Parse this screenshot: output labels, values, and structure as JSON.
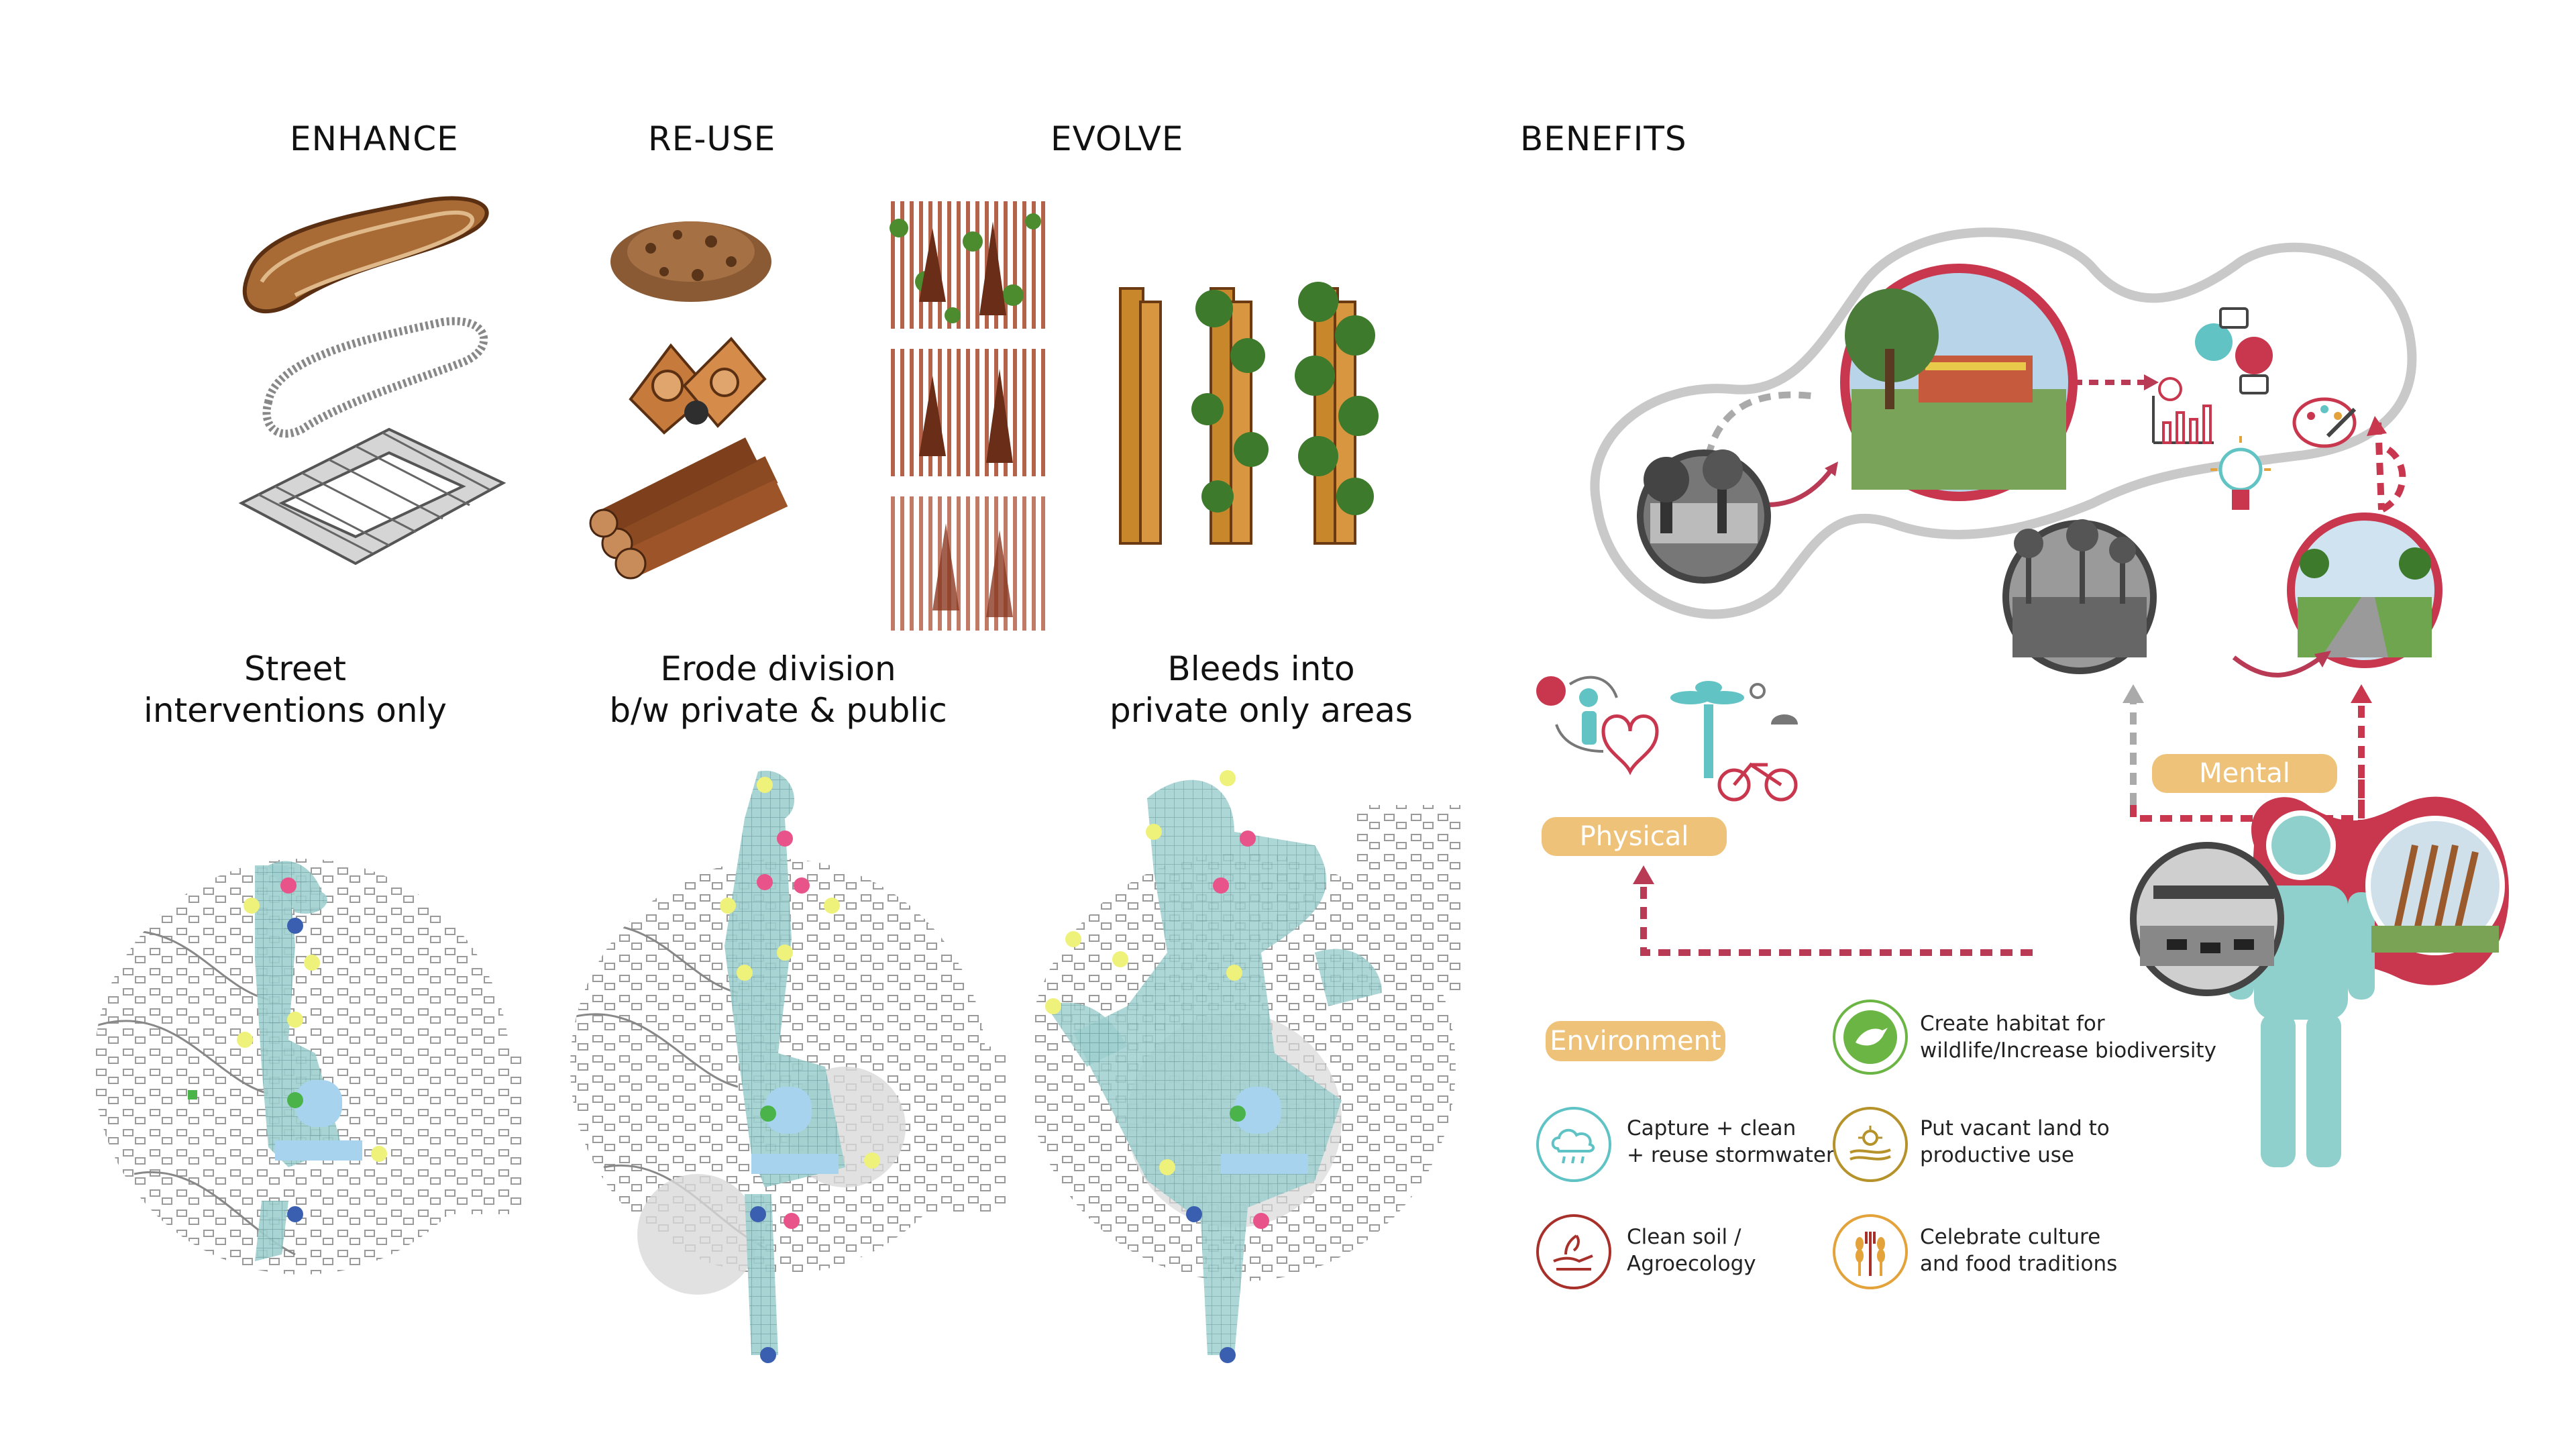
{
  "headers": {
    "enhance": "ENHANCE",
    "reuse": "RE-USE",
    "evolve": "EVOLVE",
    "benefits": "BENEFITS"
  },
  "subtitles": {
    "street": [
      "Street",
      "interventions only"
    ],
    "erode": [
      "Erode division",
      "b/w private & public"
    ],
    "bleeds": [
      "Bleeds into",
      "private only areas"
    ]
  },
  "pills": {
    "physical": "Physical",
    "mental": "Mental",
    "environment": "Environment"
  },
  "benefits_list": [
    {
      "icon": "cloud-rain-icon",
      "lines": [
        "Capture + clean",
        "+ reuse stormwater"
      ],
      "color": "#5fc3c6"
    },
    {
      "icon": "soil-hand-icon",
      "lines": [
        "Clean soil /",
        "Agroecology"
      ],
      "color": "#a8302a"
    },
    {
      "icon": "habitat-bird-icon",
      "lines": [
        "Create habitat for",
        "wildlife/Increase biodiversity"
      ],
      "color": "#6bb544"
    },
    {
      "icon": "sun-land-icon",
      "lines": [
        "Put vacant land to",
        "productive use"
      ],
      "color": "#b5922a"
    },
    {
      "icon": "wheat-fork-icon",
      "lines": [
        "Celebrate culture",
        "and food traditions"
      ],
      "color": "#e4a23a"
    }
  ],
  "colors": {
    "accent_red": "#c8374d",
    "pill_gold": "#eec278",
    "person_teal": "#8fd0cc",
    "map_teal": "#9fcfcf",
    "dot_yellow": "#eef27a",
    "dot_pink": "#e8538a",
    "dot_blue": "#3a5fb0",
    "dot_green": "#4ab34a",
    "pond_blue": "#a7d3ef"
  }
}
